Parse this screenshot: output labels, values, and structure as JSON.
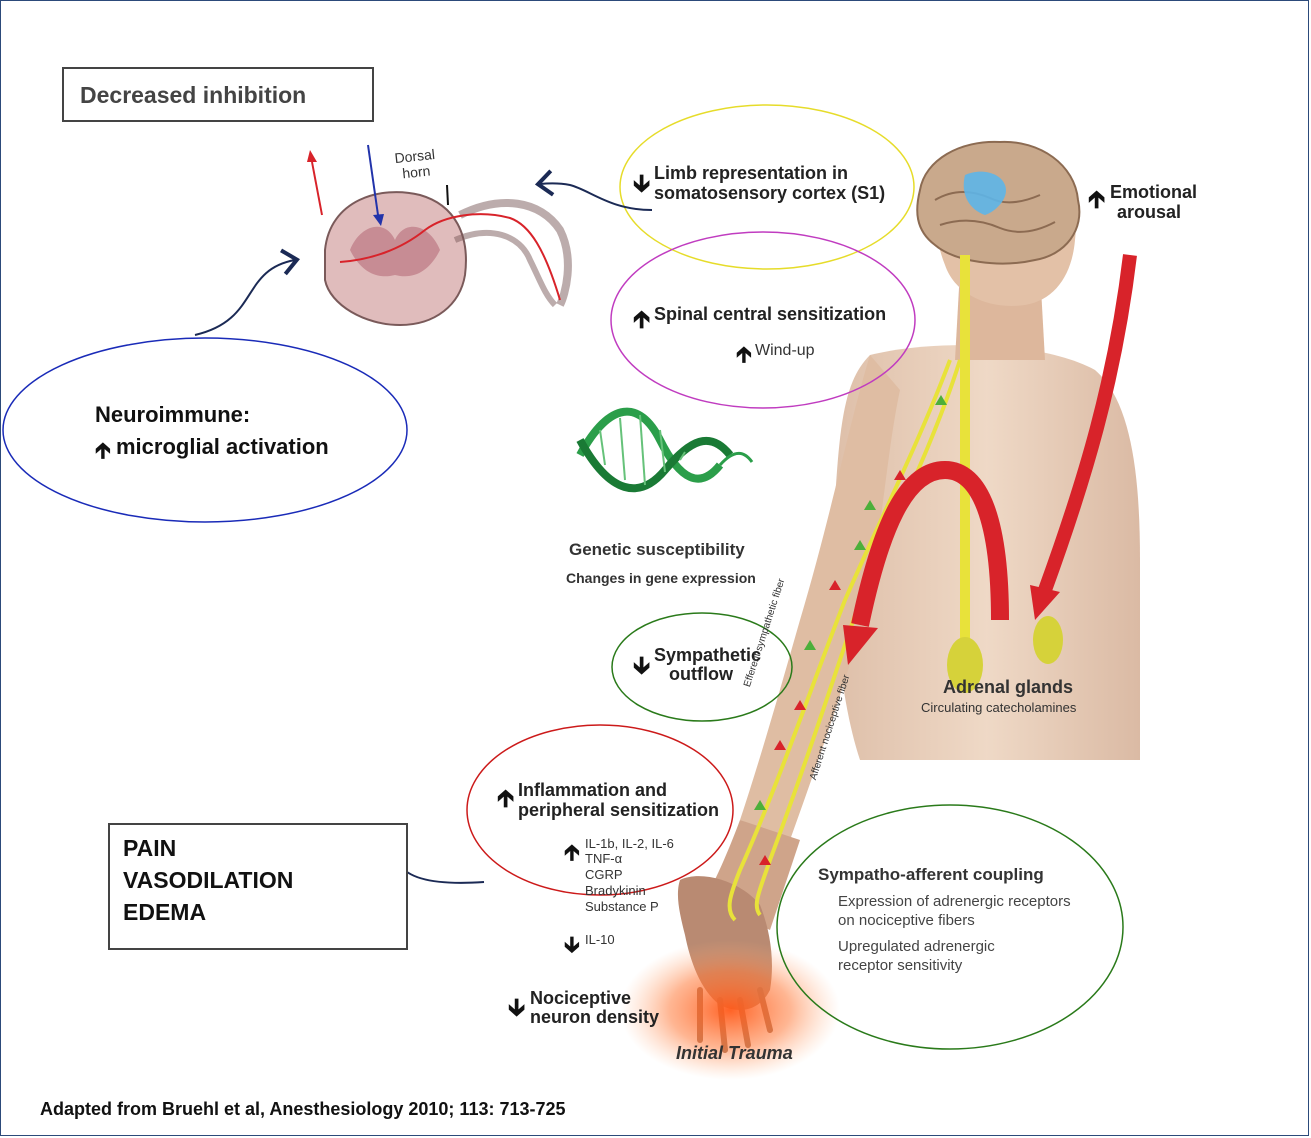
{
  "labels": {
    "decreased_inhibition": "Decreased inhibition",
    "dorsal_horn": "Dorsal horn",
    "limb_representation": "Limb representation in",
    "limb_representation_2": "somatosensory cortex (S1)",
    "emotional_arousal_1": "Emotional",
    "emotional_arousal_2": "arousal",
    "spinal_central": "Spinal central sensitization",
    "wind_up": "Wind-up",
    "neuroimmune_1": "Neuroimmune:",
    "neuroimmune_2": "microglial activation",
    "genetic_susceptibility": "Genetic susceptibility",
    "gene_expression": "Changes in gene expression",
    "sympathetic_1": "Sympathetic",
    "sympathetic_2": "outflow",
    "adrenal_glands": "Adrenal glands",
    "catecholamines": "Circulating catecholamines",
    "inflammation_1": "Inflammation and",
    "inflammation_2": "peripheral sensitization",
    "cytokine_1": "IL-1b, IL-2, IL-6",
    "cytokine_2": "TNF-α",
    "cytokine_3": "CGRP",
    "cytokine_4": "Bradykinin",
    "cytokine_5": "Substance P",
    "il10": "IL-10",
    "pain_1": "PAIN",
    "pain_2": "VASODILATION",
    "pain_3": "EDEMA",
    "coupling_title": "Sympatho-afferent coupling",
    "coupling_1": "Expression of adrenergic receptors",
    "coupling_2": "on nociceptive fibers",
    "coupling_3": "Upregulated adrenergic",
    "coupling_4": "receptor sensitivity",
    "nociceptive_1": "Nociceptive",
    "nociceptive_2": "neuron density",
    "initial_trauma": "Initial Trauma",
    "efferent_fiber": "Efferent sympathetic fiber",
    "afferent_fiber": "Afferent nociceptive fiber",
    "citation": "Adapted from Bruehl et al, Anesthesiology 2010; 113: 713-725"
  },
  "colors": {
    "frame": "#2c4a7a",
    "ellipse_yellow": "#e6dc2a",
    "ellipse_magenta": "#c03cc0",
    "ellipse_blue": "#1a2bb8",
    "ellipse_green": "#2a7a1a",
    "ellipse_red": "#cc1a1a",
    "fiber_yellow": "#e8e23a",
    "red_arrow": "#d8232a",
    "skin": "#e6c6ac"
  }
}
